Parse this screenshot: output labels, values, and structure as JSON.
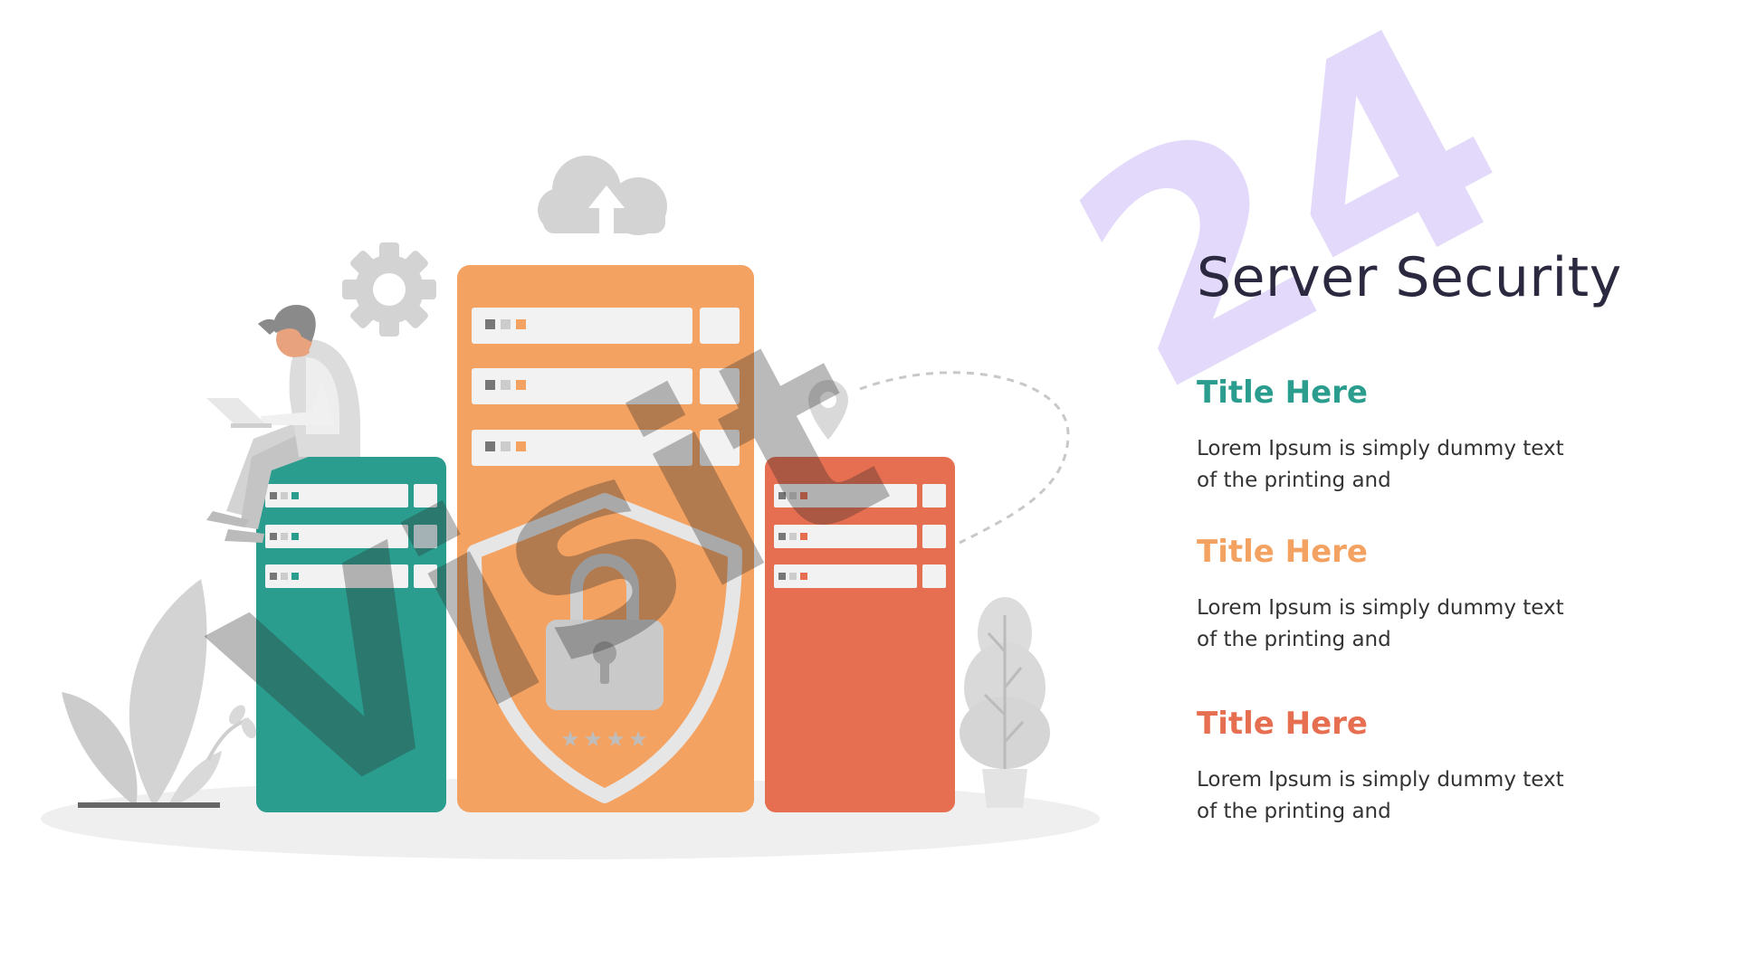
{
  "slide": {
    "title": "Server Security",
    "items": [
      {
        "title": "Title Here",
        "text": "Lorem Ipsum is simply dummy text of the printing and",
        "color": "#2a9d8f"
      },
      {
        "title": "Title Here",
        "text": "Lorem Ipsum is simply dummy text of the printing and",
        "color": "#f4a261"
      },
      {
        "title": "Title Here",
        "text": "Lorem Ipsum is simply dummy text of the printing and",
        "color": "#e76f51"
      }
    ]
  },
  "watermark": {
    "text": "24",
    "color": "#c9b5f7"
  },
  "illustration": {
    "icons": [
      "cloud-upload-icon",
      "gear-icon",
      "location-pin-icon",
      "shield-lock-icon",
      "person-with-laptop",
      "plant",
      "tree"
    ],
    "server_colors": {
      "left": "#2a9d8f",
      "center": "#f4a261",
      "right": "#e76f51"
    },
    "rating_stars": 4
  }
}
